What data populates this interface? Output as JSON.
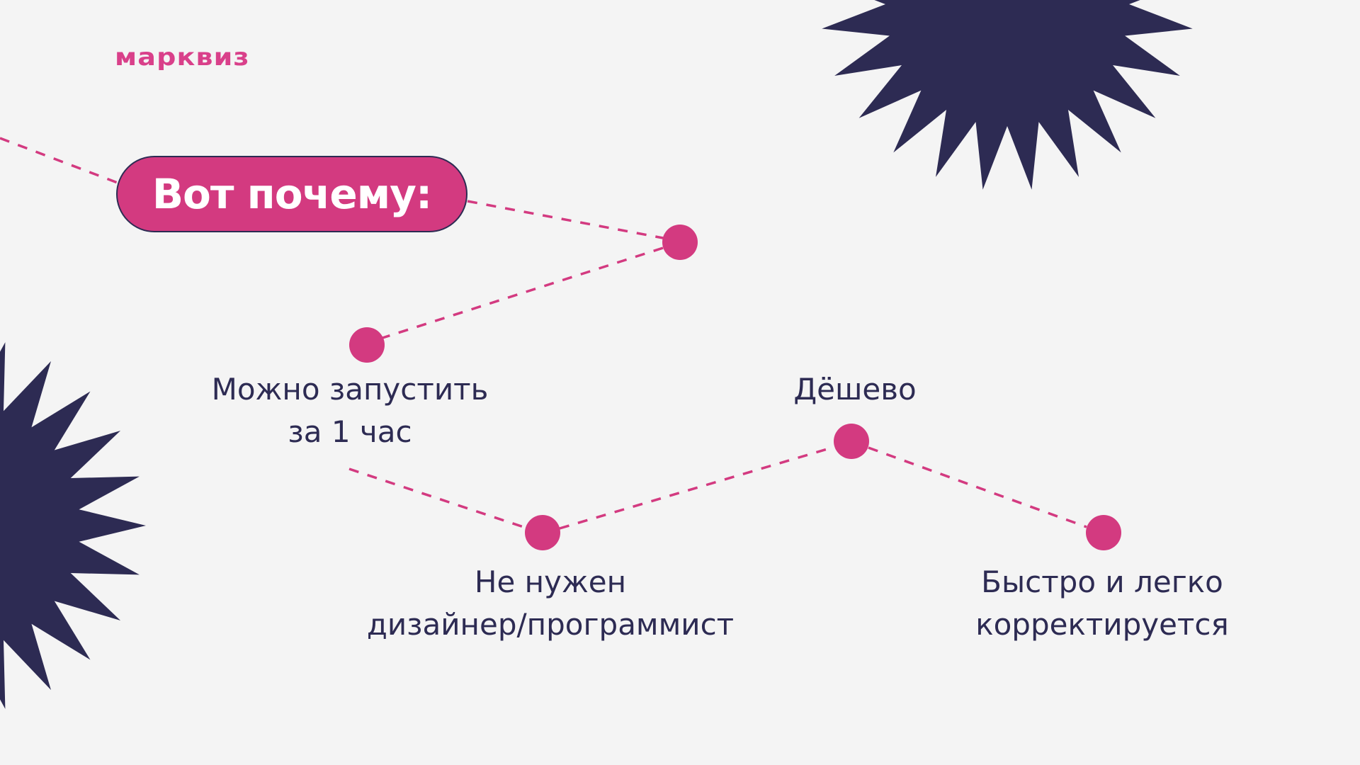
{
  "brand": {
    "logo_text": "марквиз"
  },
  "heading": {
    "pill_text": "Вот почему:"
  },
  "reasons": [
    {
      "line1": "Можно запустить",
      "line2": "за 1 час"
    },
    {
      "line1": "Не нужен",
      "line2": "дизайнер/программист"
    },
    {
      "line1": "Дёшево",
      "line2": ""
    },
    {
      "line1": "Быстро и легко",
      "line2": "корректируется"
    }
  ],
  "colors": {
    "background": "#f4f4f4",
    "accent_pink": "#d33a80",
    "logo_pink": "#d9408a",
    "navy": "#2d2b53",
    "text": "#2d2b53"
  },
  "decorations": {
    "starburst_top_right": "starburst-icon",
    "starburst_left": "starburst-icon",
    "connector_dots": 5
  }
}
